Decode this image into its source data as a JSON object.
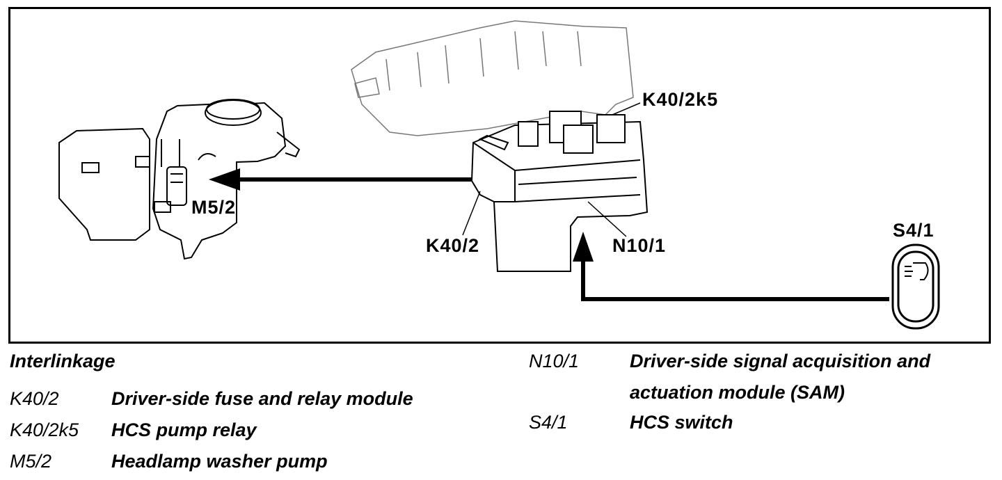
{
  "callouts": {
    "k40_2k5": "K40/2k5",
    "m5_2": "M5/2",
    "k40_2": "K40/2",
    "n10_1": "N10/1",
    "s4_1": "S4/1"
  },
  "legend": {
    "heading": "Interlinkage",
    "entries": [
      {
        "code": "K40/2",
        "description": "Driver-side fuse and relay module"
      },
      {
        "code": "K40/2k5",
        "description": "HCS pump relay"
      },
      {
        "code": "M5/2",
        "description": "Headlamp washer pump"
      },
      {
        "code": "N10/1",
        "description": "Driver-side signal acquisition and",
        "description_line2": "actuation module (SAM)"
      },
      {
        "code": "S4/1",
        "description": "HCS switch"
      }
    ]
  },
  "icons": [
    "washer-reservoir-icon",
    "fuse-relay-module-icon",
    "hcs-switch-icon",
    "signal-arrow-icon"
  ],
  "colors": {
    "ink": "#000000",
    "paper": "#ffffff"
  }
}
